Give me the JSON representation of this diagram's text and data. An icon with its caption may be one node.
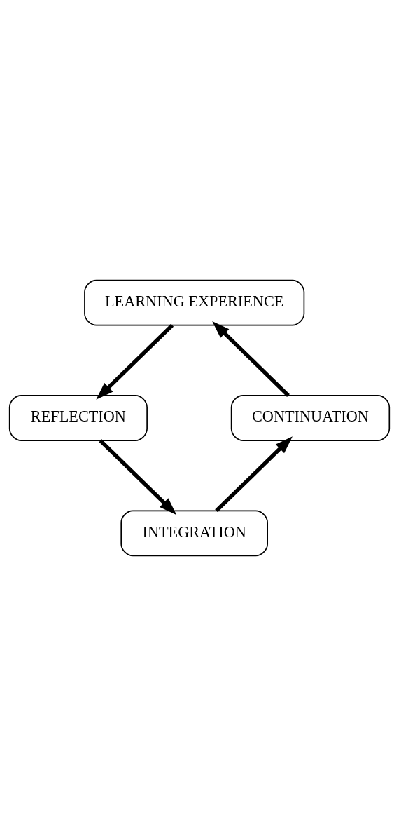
{
  "diagram": {
    "nodes": [
      {
        "text": [
          "LEARNING EXPERIENCE"
        ]
      },
      {
        "text": [
          "REFLECTION"
        ]
      },
      {
        "text": [
          "INTEGRATION"
        ]
      },
      {
        "text": [
          "CONTINUATION"
        ]
      }
    ],
    "edges": [
      {
        "from": 0,
        "to": 1,
        "arrow": "to"
      },
      {
        "from": 1,
        "to": 2,
        "arrow": "to"
      },
      {
        "from": 2,
        "to": 3,
        "arrow": "to"
      },
      {
        "from": 3,
        "to": 0,
        "arrow": "to"
      }
    ]
  }
}
